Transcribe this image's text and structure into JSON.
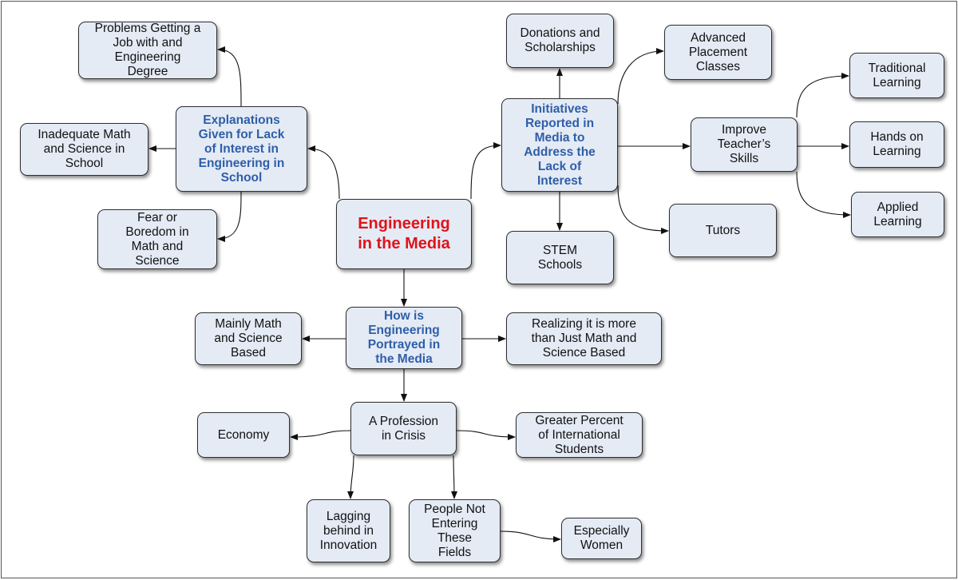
{
  "diagram": {
    "nodes": [
      {
        "id": "root",
        "kind": "root",
        "label": "Engineering\nin the Media"
      },
      {
        "id": "explanations",
        "kind": "heading",
        "label": "Explanations\nGiven for Lack\nof Interest in\nEngineering in\nSchool"
      },
      {
        "id": "problems_job",
        "kind": "leaf",
        "label": "Problems Getting a\nJob with and\nEngineering\nDegree"
      },
      {
        "id": "inadequate",
        "kind": "leaf",
        "label": "Inadequate Math\nand Science in\nSchool"
      },
      {
        "id": "fear",
        "kind": "leaf",
        "label": "Fear or\nBoredom in\nMath and\nScience"
      },
      {
        "id": "initiatives",
        "kind": "heading",
        "label": "Initiatives\nReported in\nMedia to\nAddress the\nLack of\nInterest"
      },
      {
        "id": "donations",
        "kind": "leaf",
        "label": "Donations and\nScholarships"
      },
      {
        "id": "stem",
        "kind": "leaf",
        "label": "STEM\nSchools"
      },
      {
        "id": "ap",
        "kind": "leaf",
        "label": "Advanced\nPlacement\nClasses"
      },
      {
        "id": "teachers",
        "kind": "leaf",
        "label": "Improve\nTeacher’s\nSkills"
      },
      {
        "id": "tutors",
        "kind": "leaf",
        "label": "Tutors"
      },
      {
        "id": "traditional",
        "kind": "leaf",
        "label": "Traditional\nLearning"
      },
      {
        "id": "handson",
        "kind": "leaf",
        "label": "Hands on\nLearning"
      },
      {
        "id": "applied",
        "kind": "leaf",
        "label": "Applied\nLearning"
      },
      {
        "id": "portrayed",
        "kind": "heading",
        "label": "How is\nEngineering\nPortrayed in\nthe Media"
      },
      {
        "id": "mainly",
        "kind": "leaf",
        "label": "Mainly Math\nand Science\nBased"
      },
      {
        "id": "realizing",
        "kind": "leaf",
        "label": "Realizing it is more\nthan Just Math and\nScience Based"
      },
      {
        "id": "crisis",
        "kind": "leaf",
        "label": "A Profession\nin Crisis"
      },
      {
        "id": "economy",
        "kind": "leaf",
        "label": "Economy"
      },
      {
        "id": "intl",
        "kind": "leaf",
        "label": "Greater Percent\nof International\nStudents"
      },
      {
        "id": "lagging",
        "kind": "leaf",
        "label": "Lagging\nbehind in\nInnovation"
      },
      {
        "id": "people",
        "kind": "leaf",
        "label": "People Not\nEntering\nThese\nFields"
      },
      {
        "id": "women",
        "kind": "leaf",
        "label": "Especially\nWomen"
      }
    ],
    "edges": [
      {
        "from": "root",
        "to": "explanations"
      },
      {
        "from": "explanations",
        "to": "problems_job"
      },
      {
        "from": "explanations",
        "to": "inadequate"
      },
      {
        "from": "explanations",
        "to": "fear"
      },
      {
        "from": "root",
        "to": "initiatives"
      },
      {
        "from": "initiatives",
        "to": "donations"
      },
      {
        "from": "initiatives",
        "to": "stem"
      },
      {
        "from": "initiatives",
        "to": "ap"
      },
      {
        "from": "initiatives",
        "to": "teachers"
      },
      {
        "from": "initiatives",
        "to": "tutors"
      },
      {
        "from": "teachers",
        "to": "traditional"
      },
      {
        "from": "teachers",
        "to": "handson"
      },
      {
        "from": "teachers",
        "to": "applied"
      },
      {
        "from": "root",
        "to": "portrayed"
      },
      {
        "from": "portrayed",
        "to": "mainly"
      },
      {
        "from": "portrayed",
        "to": "realizing"
      },
      {
        "from": "portrayed",
        "to": "crisis"
      },
      {
        "from": "crisis",
        "to": "economy"
      },
      {
        "from": "crisis",
        "to": "intl"
      },
      {
        "from": "crisis",
        "to": "lagging"
      },
      {
        "from": "crisis",
        "to": "people"
      },
      {
        "from": "people",
        "to": "women"
      }
    ]
  }
}
